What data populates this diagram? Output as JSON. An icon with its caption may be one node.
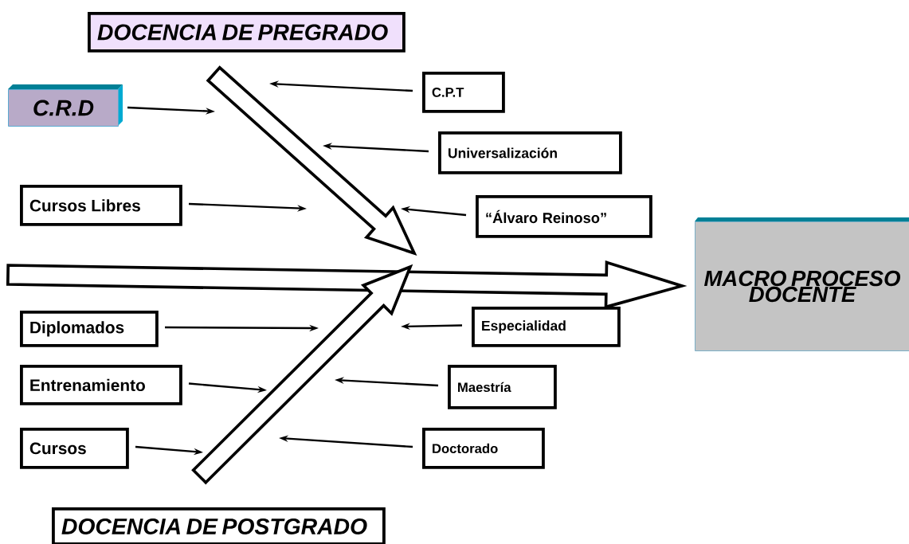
{
  "diagram": {
    "nodes": [
      {
        "text": [
          "DOCENCIA DE PREGRADO"
        ]
      },
      {
        "text": [
          "C.R.D"
        ]
      },
      {
        "text": [
          "C.P.T"
        ]
      },
      {
        "text": [
          "Universalización"
        ]
      },
      {
        "text": [
          "Cursos Libres"
        ]
      },
      {
        "text": [
          "“Álvaro Reinoso”"
        ]
      },
      {
        "text": [
          "MACRO PROCESO DOCENTE"
        ]
      },
      {
        "text": [
          "Diplomados"
        ]
      },
      {
        "text": [
          "Especialidad"
        ]
      },
      {
        "text": [
          "Entrenamiento"
        ]
      },
      {
        "text": [
          "Maestría"
        ]
      },
      {
        "text": [
          "Cursos"
        ]
      },
      {
        "text": [
          "Doctorado"
        ]
      },
      {
        "text": [
          "DOCENCIA DE POSTGRADO"
        ]
      }
    ],
    "edges": [
      {
        "from": 0,
        "to": null,
        "arrow": "to",
        "style": "thick"
      },
      {
        "from": 1,
        "to": null,
        "arrow": "to"
      },
      {
        "from": 2,
        "to": null,
        "arrow": "to"
      },
      {
        "from": 3,
        "to": null,
        "arrow": "to"
      },
      {
        "from": 4,
        "to": null,
        "arrow": "to"
      },
      {
        "from": 5,
        "to": null,
        "arrow": "to"
      },
      {
        "from": null,
        "to": 6,
        "arrow": "to",
        "style": "thick"
      },
      {
        "from": 7,
        "to": null,
        "arrow": "to"
      },
      {
        "from": 8,
        "to": null,
        "arrow": "to"
      },
      {
        "from": 9,
        "to": null,
        "arrow": "to"
      },
      {
        "from": 10,
        "to": null,
        "arrow": "to"
      },
      {
        "from": 11,
        "to": null,
        "arrow": "to"
      },
      {
        "from": 12,
        "to": null,
        "arrow": "to"
      },
      {
        "from": 13,
        "to": null,
        "arrow": "to",
        "style": "thick"
      }
    ]
  }
}
